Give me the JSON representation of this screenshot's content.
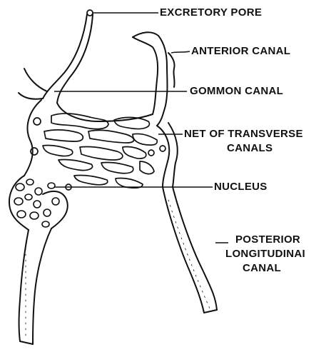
{
  "labels": {
    "excretory_pore": "EXCRETORY PORE",
    "anterior_canal": "ANTERIOR CANAL",
    "common_canal": "GOMMON CANAL",
    "net_of_transverse_canals_line1": "NET OF TRANSVERSE",
    "net_of_transverse_canals_line2": "CANALS",
    "nucleus": "NUCLEUS",
    "posterior_longitudinal_canal_line1": "POSTERIOR",
    "posterior_longitudinal_canal_line2": "LONGITUDINAI",
    "posterior_longitudinal_canal_line3": "CANAL"
  },
  "colors": {
    "ink": "#111111",
    "background": "#ffffff"
  }
}
